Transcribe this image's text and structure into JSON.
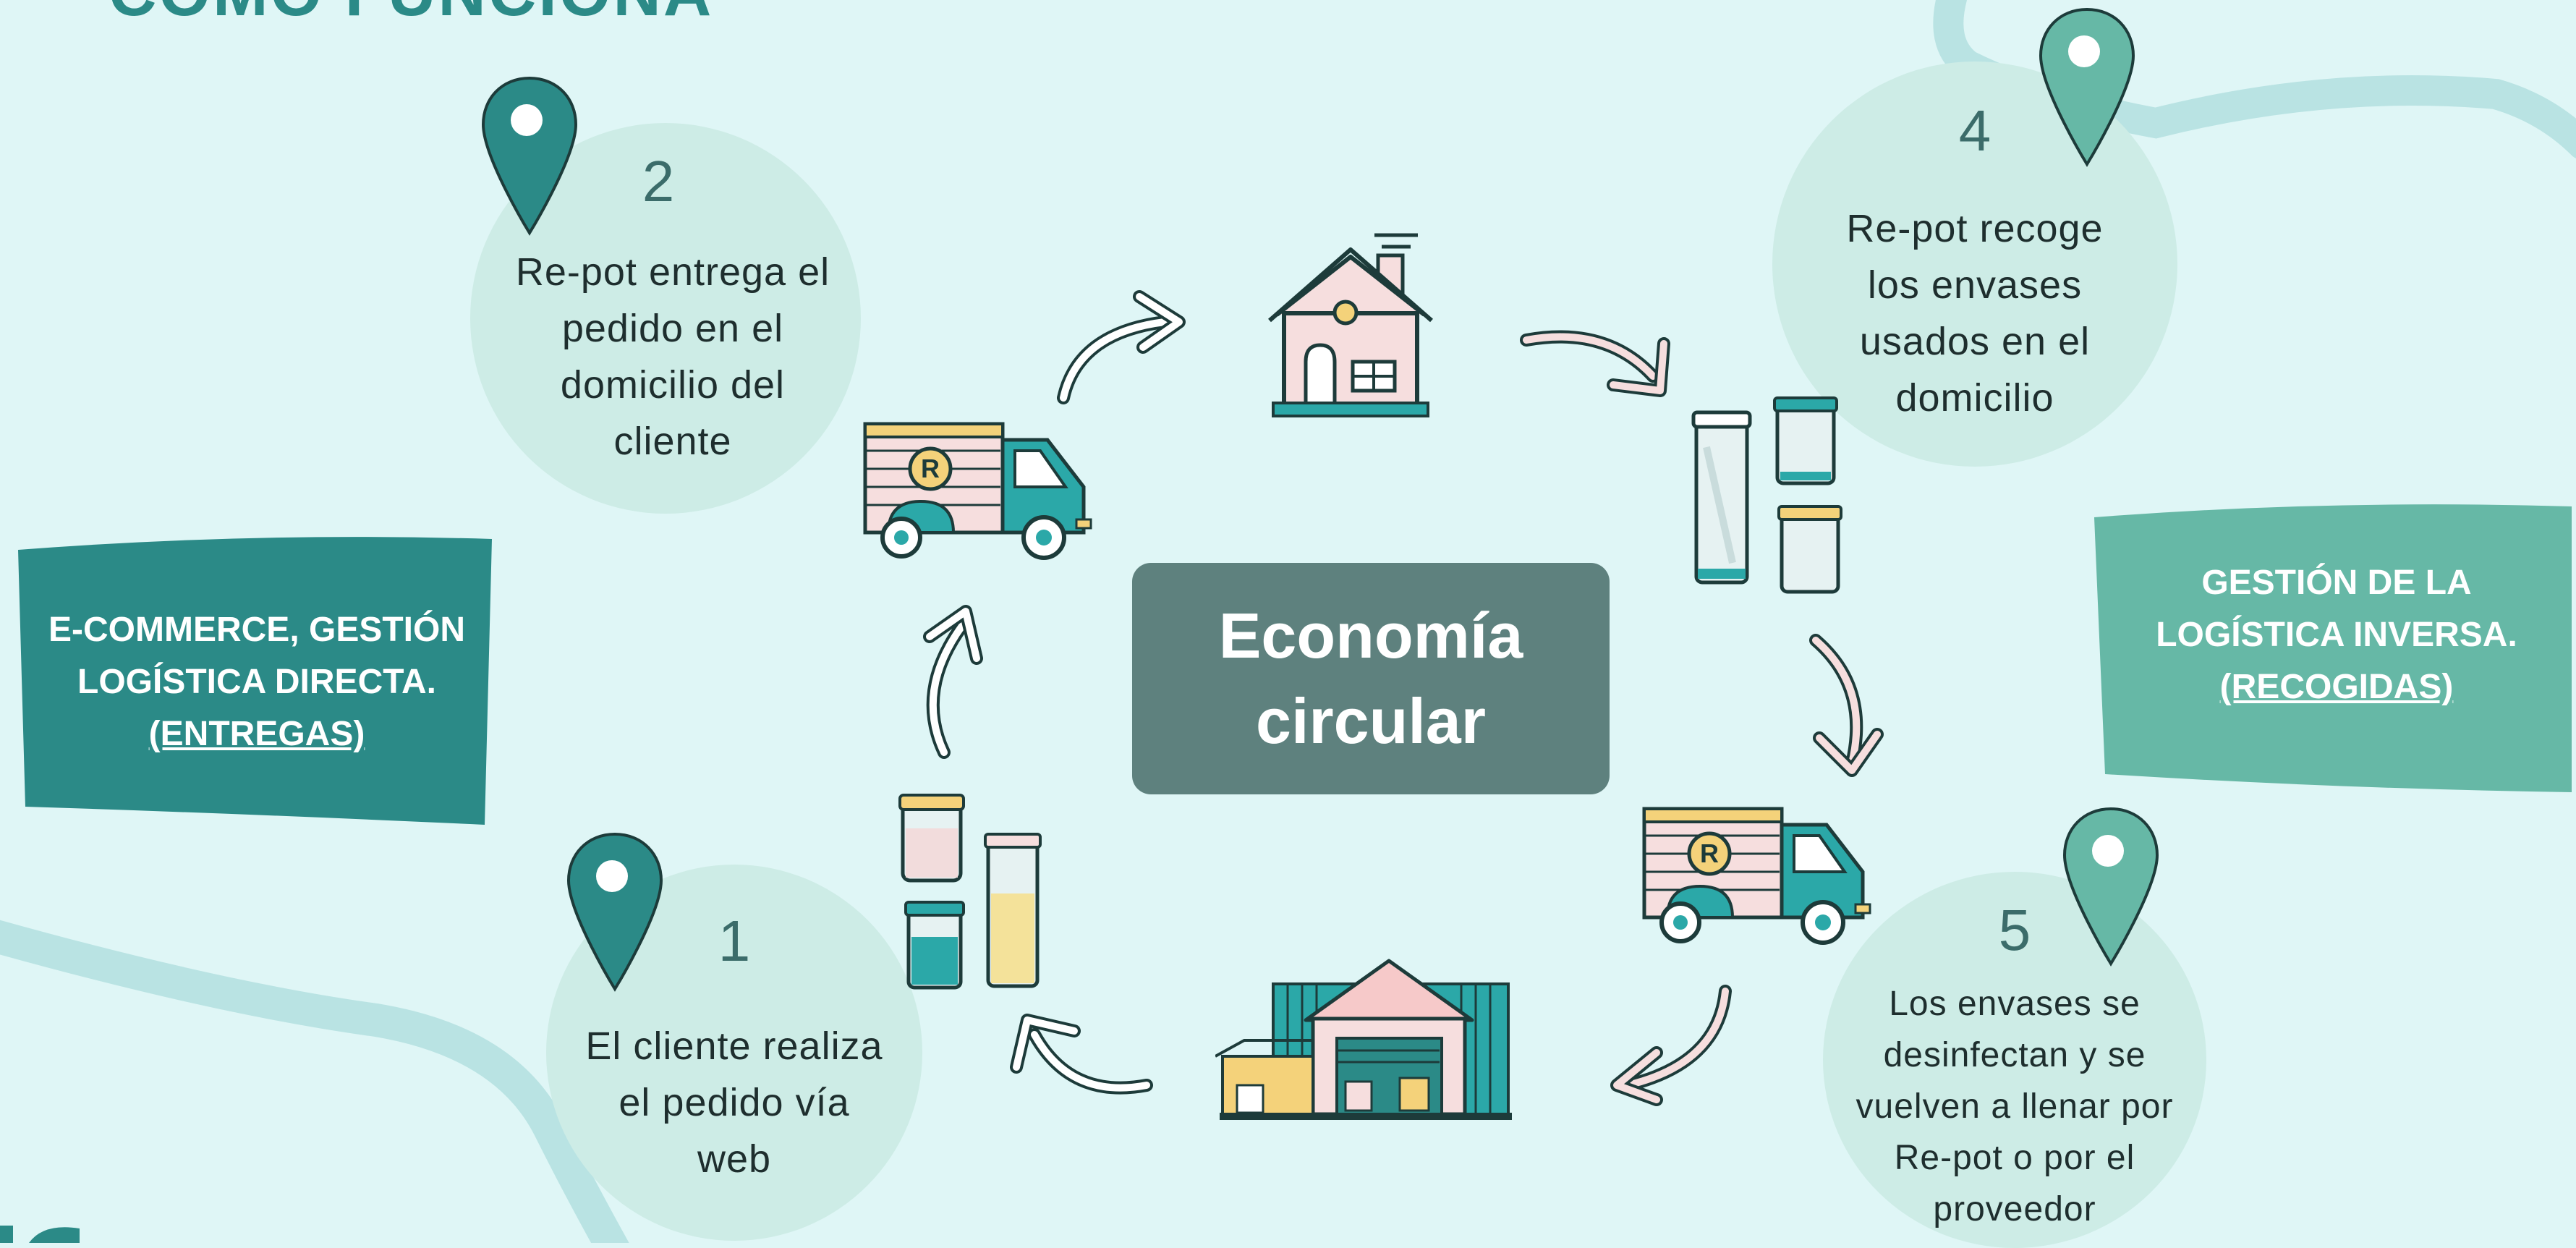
{
  "title": "CÓMO FUNCIONA",
  "center": {
    "line1": "Economía",
    "line2": "circular"
  },
  "banners": {
    "left": {
      "line1": "E-COMMERCE, GESTIÓN",
      "line2": "LOGÍSTICA DIRECTA.",
      "line3": "(ENTREGAS)"
    },
    "right": {
      "line1": "GESTIÓN DE LA",
      "line2": "LOGÍSTICA INVERSA.",
      "line3": "(RECOGIDAS)"
    }
  },
  "steps": [
    {
      "number": "1",
      "lines": [
        "El cliente realiza",
        "el pedido vía",
        "web"
      ]
    },
    {
      "number": "2",
      "lines": [
        "Re-pot entrega el",
        "pedido en el",
        "domicilio del",
        "cliente"
      ]
    },
    {
      "number": "4",
      "lines": [
        "Re-pot recoge",
        "los envases",
        "usados en el",
        "domicilio"
      ]
    },
    {
      "number": "5",
      "lines": [
        "Los envases se",
        "desinfectan y se",
        "vuelven a llenar por",
        "Re-pot o por el",
        "proveedor"
      ]
    }
  ],
  "truck_emblem": "R",
  "colors": {
    "background": "#dff6f6",
    "teal_dark": "#2b8a87",
    "teal_light": "#66b8a6",
    "center_box": "#5e817e",
    "bubble": "#cdece6",
    "river": "#b9e3e3"
  },
  "icons": [
    "house-icon",
    "truck-icon",
    "jars-icon",
    "warehouse-icon",
    "location-pin-icon",
    "curved-arrow-icon"
  ]
}
